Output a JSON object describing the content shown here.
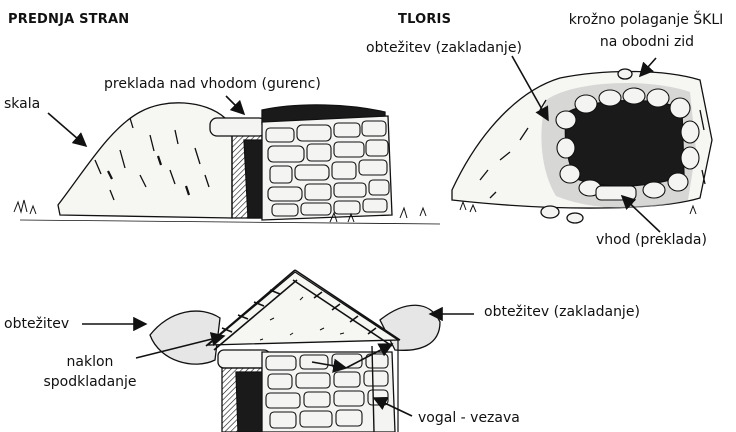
{
  "headings": {
    "front": "PREDNJA STRAN",
    "plan": "TLORIS"
  },
  "labels": {
    "skala": "skala",
    "preklada_gurenc": "preklada nad vhodom (gurenc)",
    "obtezitev_zakladanje_plan": "obtežitev (zakladanje)",
    "krozno_line1": "krožno polaganje ŠKLI",
    "krozno_line2": "na obodni zid",
    "vhod_preklada": "vhod (preklada)",
    "obtezitev": "obtežitev",
    "obtezitev_zakladanje_section": "obtežitev (zakladanje)",
    "naklon_line1": "naklon",
    "naklon_line2": "spodkladanje",
    "vogal_vezava": "vogal - vezava"
  },
  "colors": {
    "ink": "#111111",
    "stone_fill": "#f4f4f2",
    "shadow": "#1a1a1a",
    "grey_wash": "#9a9a9a"
  }
}
